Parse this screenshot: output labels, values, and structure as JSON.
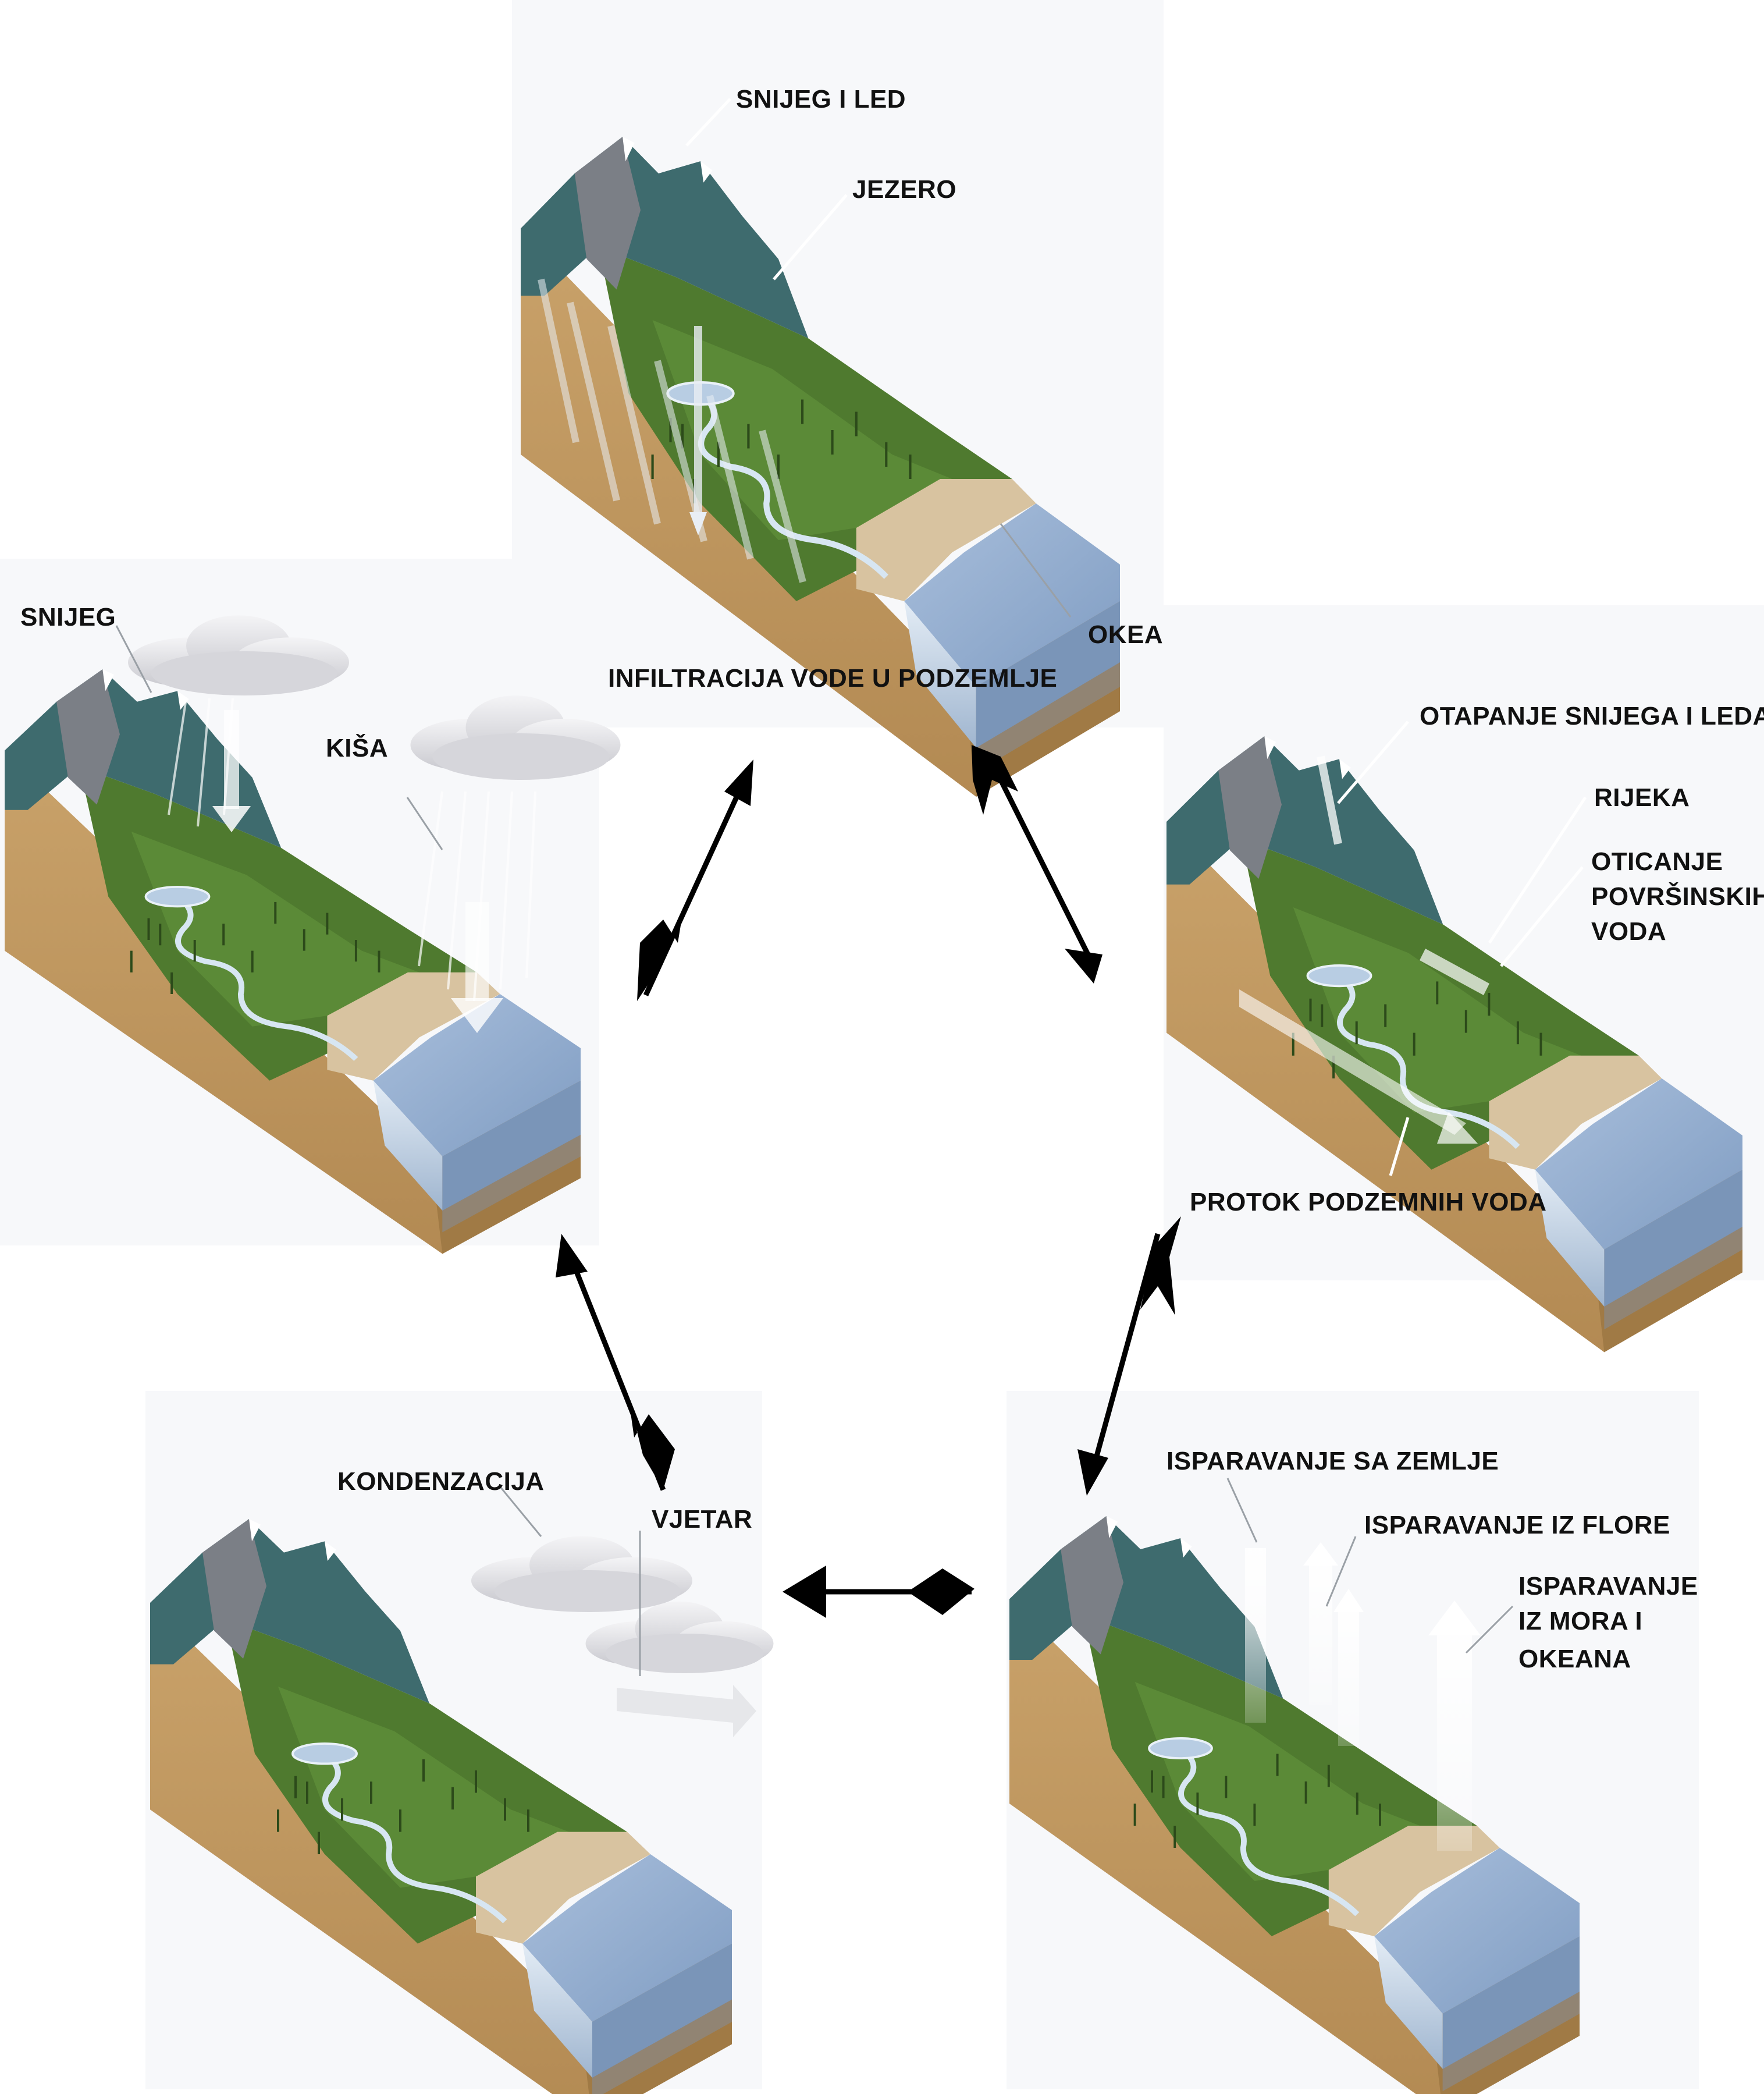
{
  "panels": [
    {
      "id": "top",
      "labels": {
        "snow_ice": "SNIJEG I LED",
        "lake": "JEZERO",
        "ocean": "OKEAN",
        "infiltration": "INFILTRACIJA VODE U PODZEMLJE"
      }
    },
    {
      "id": "right",
      "labels": {
        "melting": "OTAPANJE SNIJEGA I LEDA",
        "river": "RIJEKA",
        "runoff": [
          "OTICANJE",
          "POVRŠINSKIH",
          "VODA"
        ],
        "groundwater": "PROTOK PODZEMNIH VODA"
      }
    },
    {
      "id": "bottom-right",
      "labels": {
        "evap_land": "ISPARAVANJE SA ZEMLJE",
        "evap_flora": "ISPARAVANJE IZ FLORE",
        "evap_sea": [
          "ISPARAVANJE",
          "IZ MORA I",
          "OKEANA"
        ]
      }
    },
    {
      "id": "bottom-left",
      "labels": {
        "condensation": "KONDENZACIJA",
        "wind": "VJETAR"
      }
    },
    {
      "id": "left",
      "labels": {
        "snow": "SNIJEG",
        "rain": "KIŠA"
      }
    }
  ],
  "colors": {
    "soil": "#c9a26a",
    "soil_dark": "#a07a45",
    "grass": "#4f7a2f",
    "mountain_teal": "#3e6b6e",
    "mountain_gray": "#7b7f86",
    "water": "#8fa8c8",
    "water_face": "#c8d6e6",
    "cloud": "#e8e8ec",
    "arrow": "#000000"
  }
}
